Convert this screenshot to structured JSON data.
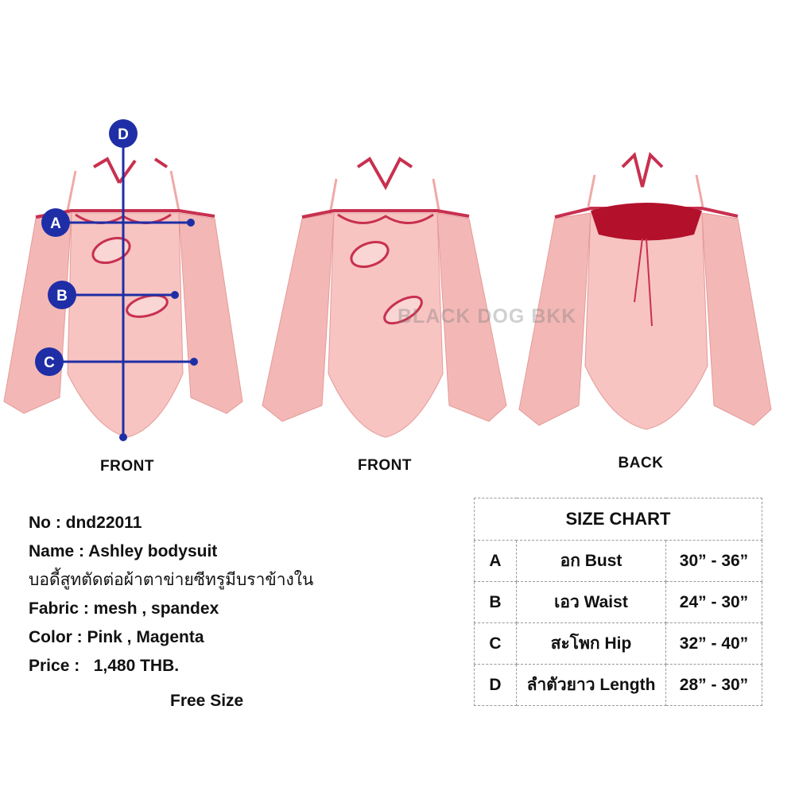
{
  "views": [
    {
      "label": "FRONT"
    },
    {
      "label": "FRONT"
    },
    {
      "label": "BACK"
    }
  ],
  "markers": {
    "a": "A",
    "b": "B",
    "c": "C",
    "d": "D"
  },
  "watermark": "BLACK DOG BKK",
  "product": {
    "no": "No : dnd22011",
    "name": "Name : Ashley bodysuit",
    "description": "บอดี้สูทตัดต่อผ้าตาข่ายซีทรูมีบราข้างใน",
    "fabric": "Fabric : mesh , spandex",
    "color": "Color : Pink , Magenta",
    "price": "Price :   1,480 THB."
  },
  "free_size": "Free Size",
  "size_chart": {
    "title": "SIZE CHART",
    "rows": [
      {
        "key": "A",
        "label": "อก Bust",
        "value": "30” - 36”"
      },
      {
        "key": "B",
        "label": "เอว Waist",
        "value": "24” - 30”"
      },
      {
        "key": "C",
        "label": "สะโพก Hip",
        "value": "32” - 40”"
      },
      {
        "key": "D",
        "label": "ลำตัวยาว Length",
        "value": "28” - 30”"
      }
    ]
  },
  "colors": {
    "mesh": "#f3b8b6",
    "trim": "#c8304f",
    "bra": "#b3102c",
    "marker": "#1f2ea6"
  }
}
